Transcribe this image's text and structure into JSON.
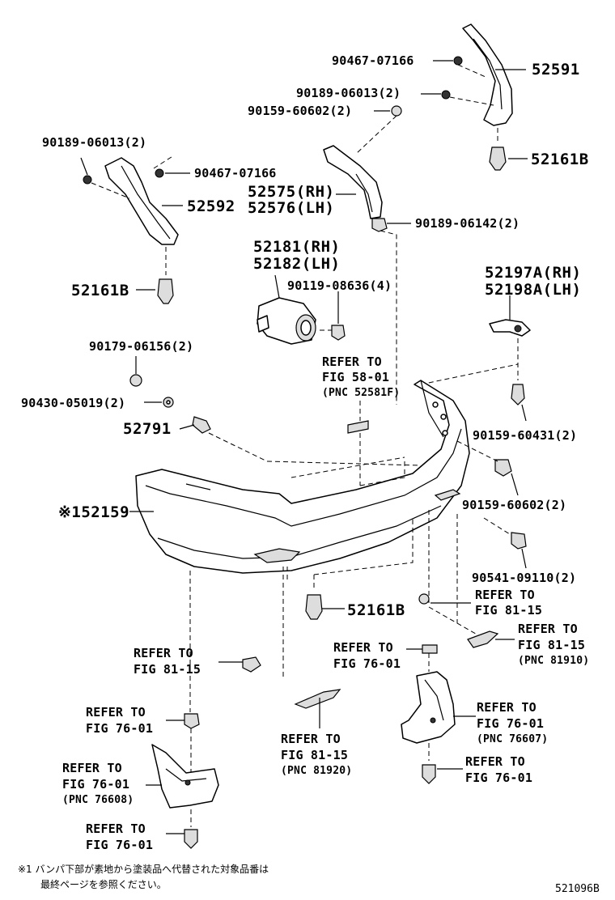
{
  "parts": {
    "p90467_top": "90467-07166",
    "p52591": "52591",
    "p90189_top": "90189-06013(2)",
    "p90159_60602_top": "90159-60602(2)",
    "p52161B_top": "52161B",
    "p90189_left": "90189-06013(2)",
    "p90467_left": "90467-07166",
    "p52575": "52575(RH)",
    "p52576": "52576(LH)",
    "p52592": "52592",
    "p90189_06142": "90189-06142(2)",
    "p52181": "52181(RH)",
    "p52182": "52182(LH)",
    "p90119": "90119-08636(4)",
    "p52161B_left": "52161B",
    "p52197A": "52197A(RH)",
    "p52198A": "52198A(LH)",
    "p90179": "90179-06156(2)",
    "p90430": "90430-05019(2)",
    "p52791": "52791",
    "p90159_60431": "90159-60431(2)",
    "p52159": "※152159",
    "p90159_60602_right": "90159-60602(2)",
    "p90541": "90541-09110(2)",
    "p52161B_bottom": "52161B"
  },
  "refs": {
    "r58_line1": "REFER TO",
    "r58_line2": "FIG 58-01",
    "r58_line3": "(PNC 52581F)",
    "r8115a_line1": "REFER TO",
    "r8115a_line2": "FIG 81-15",
    "r8115b_line1": "REFER TO",
    "r8115b_line2": "FIG 81-15",
    "r8115b_line3": "(PNC 81910)",
    "r8115c_line1": "REFER TO",
    "r8115c_line2": "FIG 81-15",
    "r7601a_line1": "REFER TO",
    "r7601a_line2": "FIG 76-01",
    "r7601b_line1": "REFER TO",
    "r7601b_line2": "FIG 76-01",
    "r7601c_line1": "REFER TO",
    "r7601c_line2": "FIG 76-01",
    "r7601c_line3": "(PNC 76607)",
    "r7601d_line1": "REFER TO",
    "r7601d_line2": "FIG 76-01",
    "r7601e_line1": "REFER TO",
    "r7601e_line2": "FIG 76-01",
    "r7601e_line3": "(PNC 76608)",
    "r7601f_line1": "REFER TO",
    "r7601f_line2": "FIG 76-01",
    "r8115d_line1": "REFER TO",
    "r8115d_line2": "FIG 81-15",
    "r8115d_line3": "(PNC 81920)"
  },
  "footnote": {
    "line1": "※1 バンパ下部が素地から塗装品へ代替された対象品番は",
    "line2": "最終ページを参照ください。"
  },
  "figure_id": "521096B"
}
